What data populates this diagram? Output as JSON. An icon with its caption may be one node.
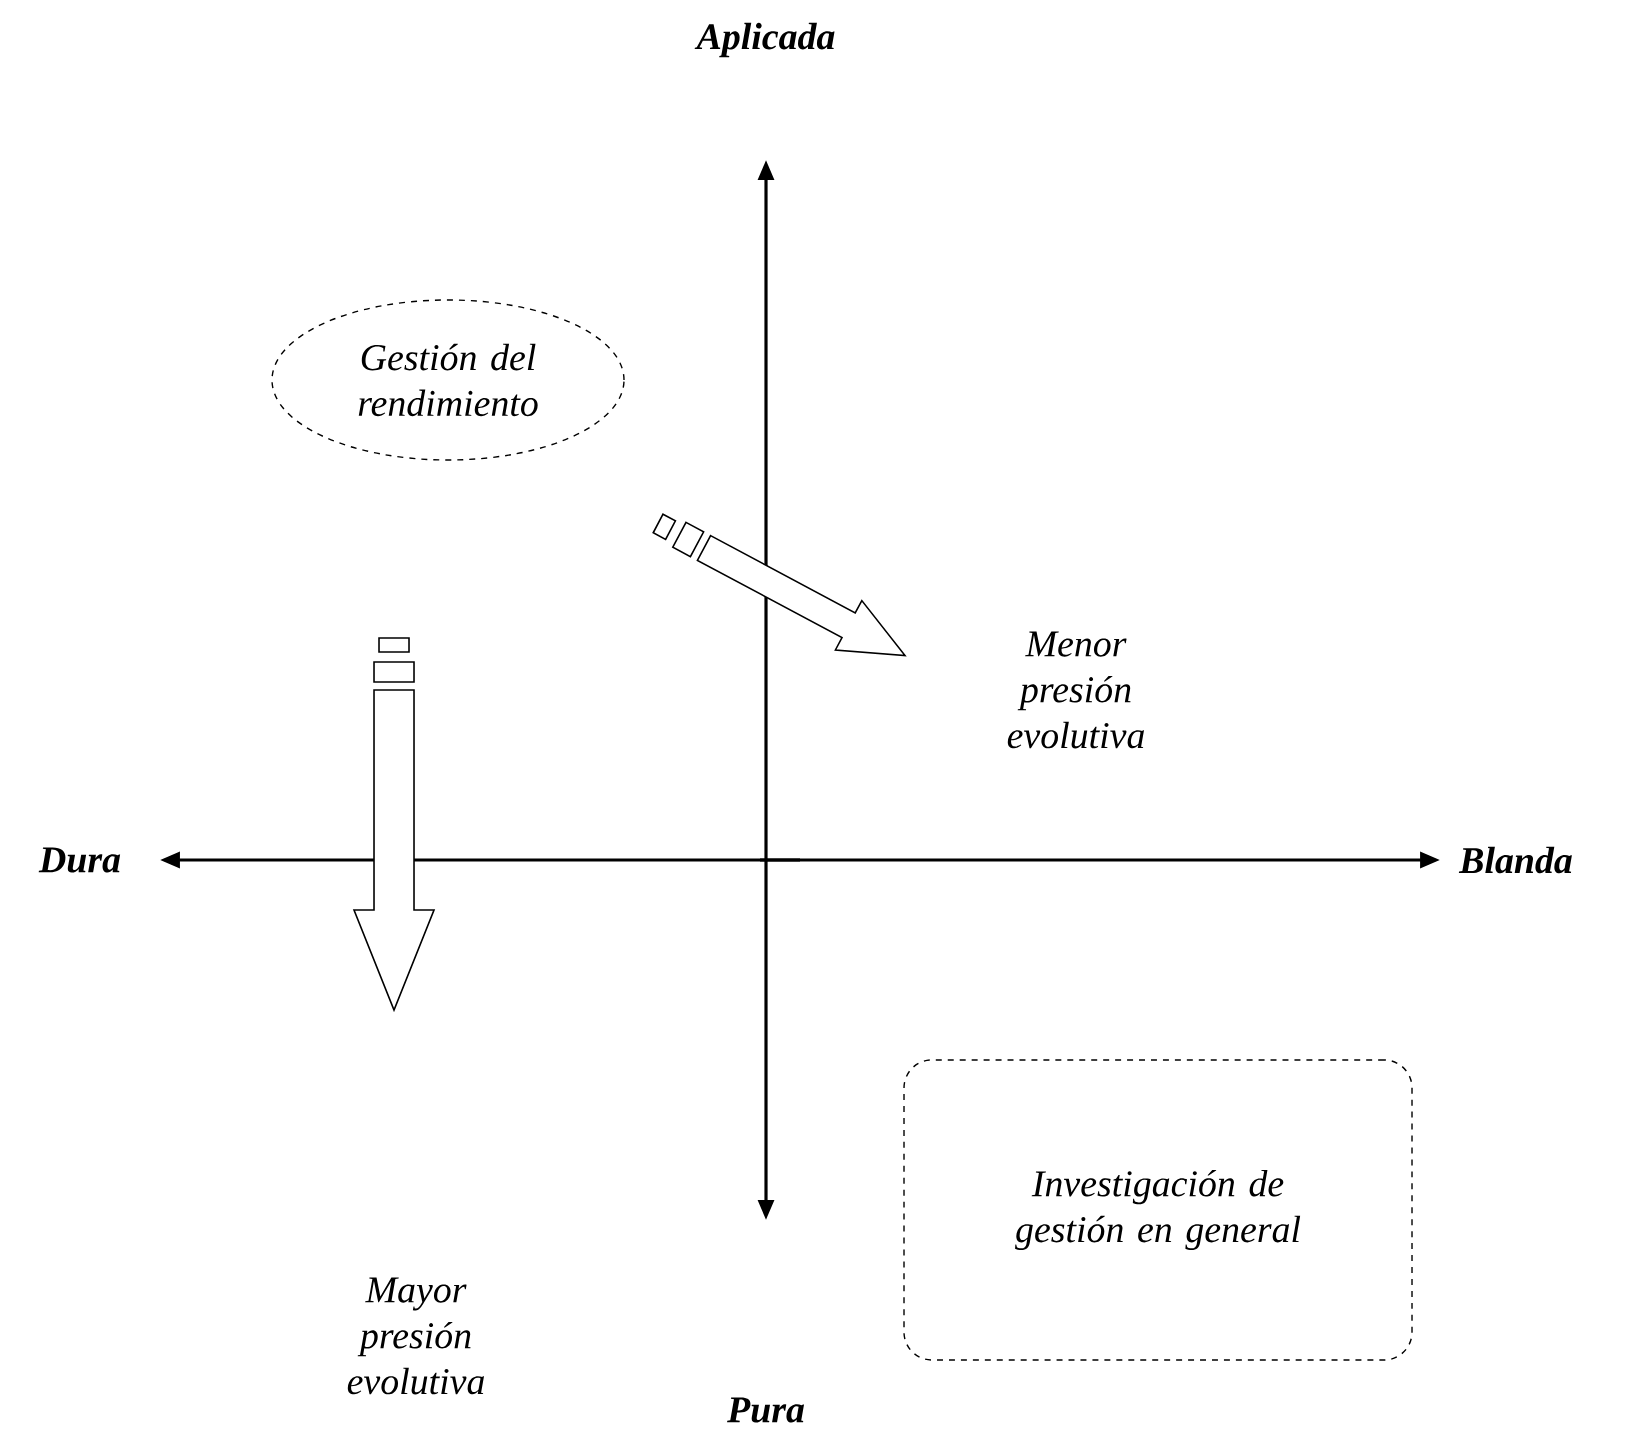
{
  "diagram": {
    "nodes": [
      {
        "text": [
          "Gestión del rendimiento"
        ]
      },
      {
        "text": [
          "Investigación de gestión en general"
        ]
      }
    ],
    "labels": [
      "Aplicada",
      "Menor presión evolutiva",
      "Dura",
      "Blanda",
      "Mayor presión evolutiva",
      "Pura"
    ]
  }
}
